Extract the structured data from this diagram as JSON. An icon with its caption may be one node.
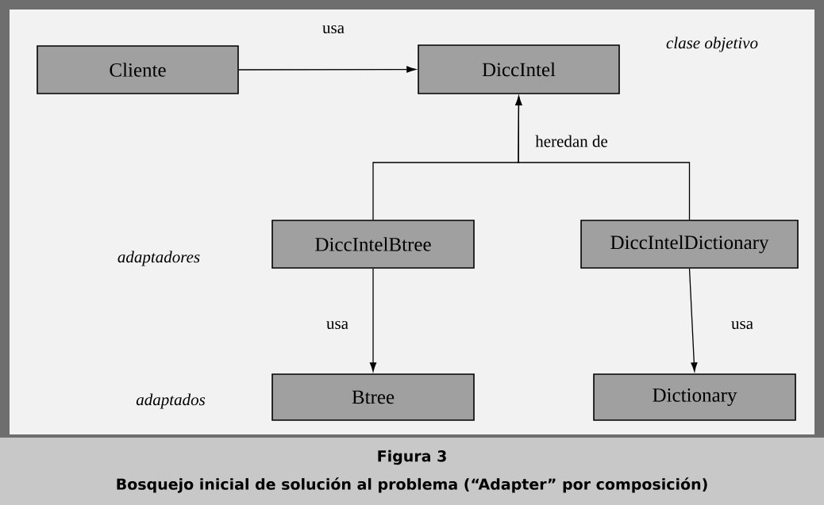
{
  "diagram": {
    "title": "Figura 3",
    "caption": "Bosquejo inicial de solución al problema (“Adapter” por composición)",
    "nodes": [
      {
        "text": [
          "Cliente"
        ]
      },
      {
        "text": [
          "DiccIntel"
        ]
      },
      {
        "text": [
          "DiccIntelBtree"
        ]
      },
      {
        "text": [
          "DiccIntelDictionary"
        ]
      },
      {
        "text": [
          "Btree"
        ]
      },
      {
        "text": [
          "Dictionary"
        ]
      }
    ],
    "edges": [
      {
        "from": 0,
        "to": 1,
        "arrow": "to",
        "label": "usa"
      },
      {
        "from": 2,
        "to": 1,
        "arrow": "to",
        "label": "heredan de"
      },
      {
        "from": 3,
        "to": 1,
        "arrow": "to"
      },
      {
        "from": 2,
        "to": 4,
        "arrow": "to",
        "label": "usa"
      },
      {
        "from": 3,
        "to": 5,
        "arrow": "to",
        "label": "usa"
      }
    ],
    "labels": [
      "clase objetivo",
      "adaptadores",
      "adaptados"
    ]
  }
}
